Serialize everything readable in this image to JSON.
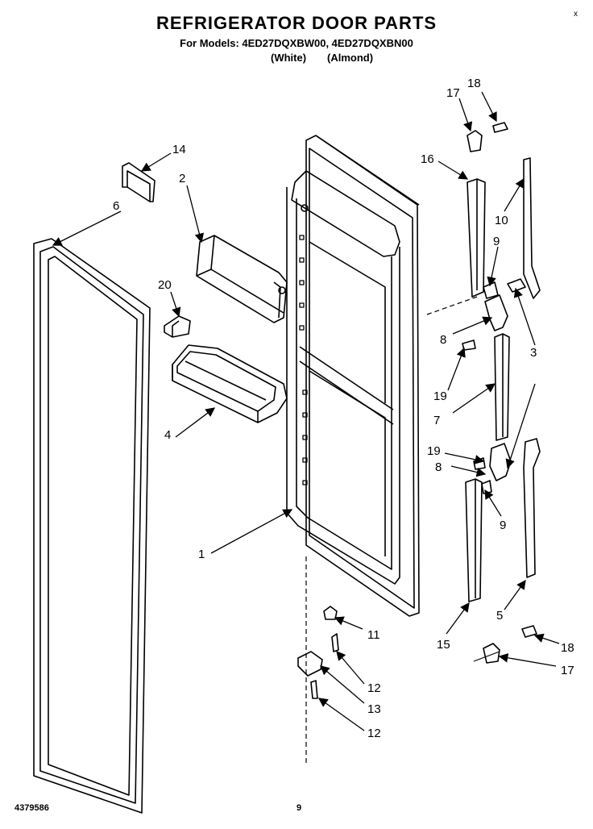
{
  "header": {
    "title": "REFRIGERATOR DOOR PARTS",
    "models_line": "For Models: 4ED27DQXBW00, 4ED27DQXBN00",
    "variant_white": "(White)",
    "variant_almond": "(Almond)"
  },
  "callouts": {
    "c1": "1",
    "c2": "2",
    "c3": "3",
    "c4": "4",
    "c5": "5",
    "c6": "6",
    "c7": "7",
    "c8a": "8",
    "c8b": "8",
    "c9a": "9",
    "c9b": "9",
    "c10": "10",
    "c11": "11",
    "c12a": "12",
    "c12b": "12",
    "c13": "13",
    "c14": "14",
    "c15": "15",
    "c16": "16",
    "c17a": "17",
    "c17b": "17",
    "c18a": "18",
    "c18b": "18",
    "c19a": "19",
    "c19b": "19",
    "c20": "20"
  },
  "footer": {
    "doc_number": "4379586",
    "page_number": "9",
    "corner_mark": "x"
  },
  "colors": {
    "line": "#000000",
    "background": "#ffffff"
  }
}
